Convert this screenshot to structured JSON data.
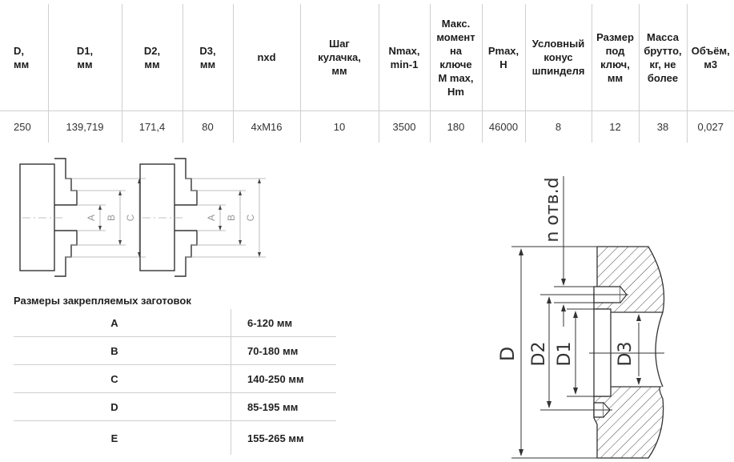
{
  "spec_table": {
    "headers": [
      "D,\nмм",
      "D1,\nмм",
      "D2,\nмм",
      "D3,\nмм",
      "nxd",
      "Шаг\nкулачка,\nмм",
      "Nmax,\nmin-1",
      "Макс.\nмомент\nна\nключе\nM max,\nHm",
      "Pmax,\nH",
      "Условный\nконус\nшпинделя",
      "Размер\nпод\nключ,\nмм",
      "Масса\nбрутто,\nкг, не\nболее",
      "Объём,\nм3"
    ],
    "row": [
      "250",
      "139,719",
      "171,4",
      "80",
      "4xM16",
      "10",
      "3500",
      "180",
      "46000",
      "8",
      "12",
      "38",
      "0,027"
    ]
  },
  "chuck_drawings": {
    "labels": [
      "A",
      "B",
      "C"
    ]
  },
  "workpiece_sizes": {
    "title": "Размеры закрепляемых заготовок",
    "rows": [
      {
        "key": "A",
        "value": "6-120 мм"
      },
      {
        "key": "B",
        "value": "70-180 мм"
      },
      {
        "key": "C",
        "value": "140-250 мм"
      },
      {
        "key": "D",
        "value": "85-195 мм"
      },
      {
        "key": "E",
        "value": "155-265 мм"
      }
    ]
  },
  "section_drawing": {
    "labels": {
      "holes": "n отв.d",
      "D": "D",
      "D1": "D1",
      "D2": "D2",
      "D3": "D3"
    }
  }
}
